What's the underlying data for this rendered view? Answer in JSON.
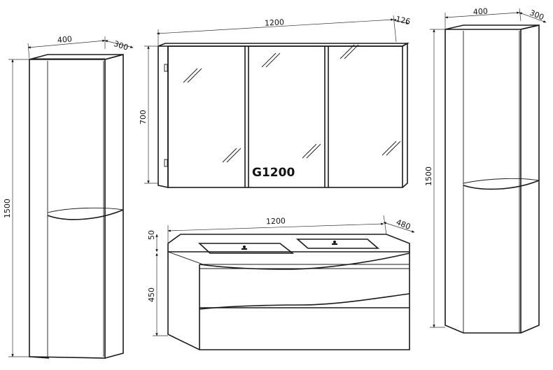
{
  "dimensions": {
    "left_tall_width": "400",
    "left_tall_depth": "300",
    "left_tall_height": "1500",
    "mirror_width": "1200",
    "mirror_depth": "126",
    "mirror_height": "700",
    "basin_width": "1200",
    "basin_depth": "480",
    "basin_top_height": "50",
    "vanity_height": "450",
    "right_tall_width": "400",
    "right_tall_depth": "300",
    "right_tall_height": "1500"
  },
  "model_label": "G1200"
}
